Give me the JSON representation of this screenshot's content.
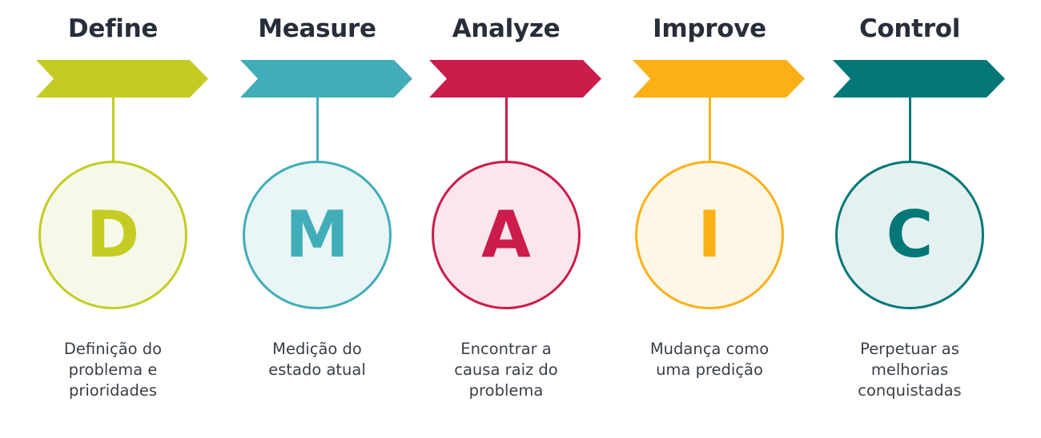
{
  "diagram": {
    "type": "DMAIC process",
    "stages": [
      {
        "title": "Define",
        "letter": "D",
        "color": "#c4cc23",
        "circle_fill": "#f6f8e8",
        "description_lines": [
          "Definição do",
          "problema e",
          "prioridades"
        ]
      },
      {
        "title": "Measure",
        "letter": "M",
        "color": "#41adb8",
        "circle_fill": "#e9f5f6",
        "description_lines": [
          "Medição do",
          "estado atual"
        ]
      },
      {
        "title": "Analyze",
        "letter": "A",
        "color": "#cb1c4b",
        "circle_fill": "#fae6ec",
        "description_lines": [
          "Encontrar a",
          "causa raiz do",
          "problema"
        ]
      },
      {
        "title": "Improve",
        "letter": "I",
        "color": "#fbb116",
        "circle_fill": "#fef6e6",
        "description_lines": [
          "Mudança como",
          "uma predição"
        ]
      },
      {
        "title": "Control",
        "letter": "C",
        "color": "#047879",
        "circle_fill": "#e5f0f1",
        "description_lines": [
          "Perpetuar as",
          "melhorias",
          "conquistadas"
        ]
      }
    ]
  }
}
